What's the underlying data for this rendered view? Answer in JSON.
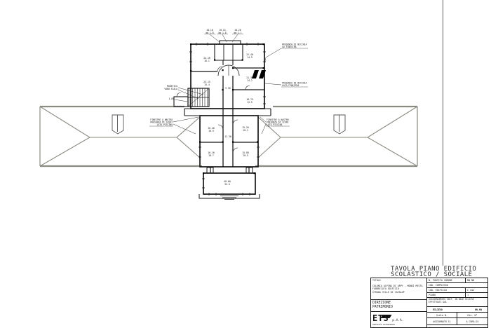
{
  "sheet": {
    "title_line1": "TAVOLA PIANO EDIFICIO",
    "title_line2": "SCOLASTICO / SOCIALE"
  },
  "title_block": {
    "titolo_label": "TITOLO",
    "titolo_line1": "COLONIA ALPINA DI ARPY - MONDI MESTA",
    "titolo_line2": "FABBRICATO EDIFICIO",
    "titolo_line3": "STRADA VILLE DI CAVALUP",
    "direzione_line1": "DIREZIONE",
    "direzione_line2": "PATRIMONIO",
    "logo_text": "ETS",
    "logo_suffix": "p.A.A.",
    "logo_caption": "SERVIZIO PATRIMONIO",
    "partita_label": "N. PARTITA COMUNE",
    "partita_value": "NN NN",
    "complesso_label": "COD. COMPLESSO",
    "edificio_label": "COD. EDIFICIO",
    "edificio_value": "C 442",
    "piano_label": "PIANO",
    "piano_value": "1",
    "note_line1": "AGGIORNAMENTO EDIF. IN BASE RILIEVI",
    "note_line2": "EFFETTUATI DAL",
    "survey_left": "RILIEVO",
    "survey_right": "NN.NN",
    "scala_label": "Scala N.",
    "dis_label": "Dis. N°",
    "aggiornato_label": "AGGIORNATO IL",
    "cura_label": "A CURA DI"
  },
  "plan": {
    "top_labels": [
      {
        "t1": "10.10",
        "t2": "mq 1.8"
      },
      {
        "t1": "10.15",
        "t2": "mq 1.8"
      },
      {
        "t1": "10.20",
        "t2": "mq 2.1"
      }
    ],
    "ann_stair": {
      "l1": "MODIFICA",
      "l2": "VANO SCALA",
      "dim": "1.05"
    },
    "ann_left": {
      "l1": "FINESTRE A NASTRO",
      "l2": "PRESENZA DI SCURI",
      "l3": "LATO PISCINA"
    },
    "ann_right": {
      "l1": "FINESTRE A NASTRO",
      "l2": "PRESENZA DI SCURI",
      "l3": "LATO PISCINA"
    },
    "ann_niche_top": {
      "l1": "PRESENZA DI NICCHIA",
      "l2": "SU FINESTRA"
    },
    "ann_niche_mid": {
      "l1": "PRESENZA DI NICCHIA",
      "l2": "LATO FINESTRA"
    },
    "rooms": [
      {
        "t1": "24.20",
        "t2": "16.1"
      },
      {
        "t1": "23.15",
        "t2": "15.4"
      },
      {
        "t1": "22.40",
        "t2": "14.9"
      },
      {
        "t1": "21.30",
        "t2": "14.2"
      },
      {
        "t1": "18.75",
        "t2": "12.5"
      },
      {
        "t1": "16.40",
        "t2": "10.9"
      },
      {
        "t1": "15.20",
        "t2": "10.1"
      },
      {
        "t1": "16.10",
        "t2": "10.7"
      },
      {
        "t1": "15.80",
        "t2": "10.5"
      },
      {
        "t1": "48.60",
        "t2": "32.4"
      }
    ],
    "corridor_labels": [
      "9.90",
      "12.30"
    ]
  },
  "colors": {
    "wall": "#161616",
    "roof": "#8b8b82",
    "frame": "#5f5f5f"
  }
}
